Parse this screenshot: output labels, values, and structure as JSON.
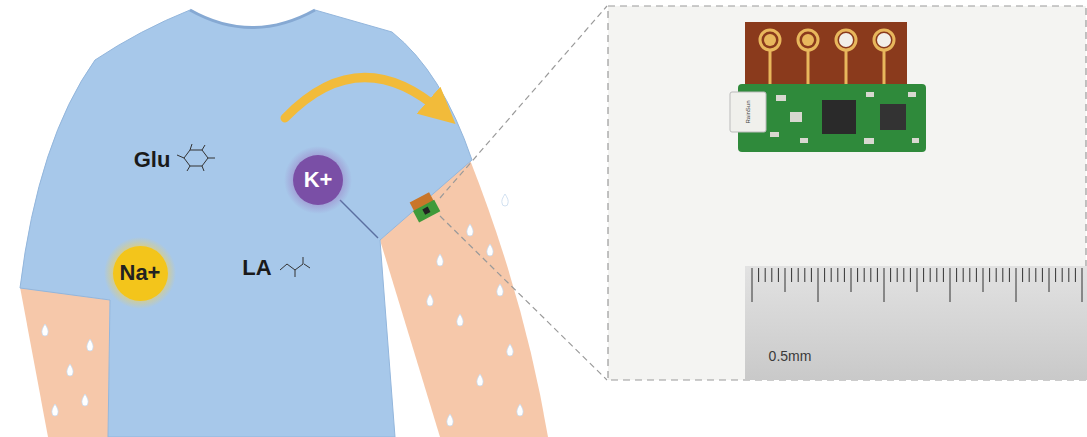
{
  "diagram": {
    "nodes": [
      {
        "text": [
          "K+"
        ]
      },
      {
        "text": [
          "Na+"
        ]
      }
    ],
    "labels": [
      "Glu",
      "LA",
      "RainSun",
      "0.5mm"
    ]
  }
}
